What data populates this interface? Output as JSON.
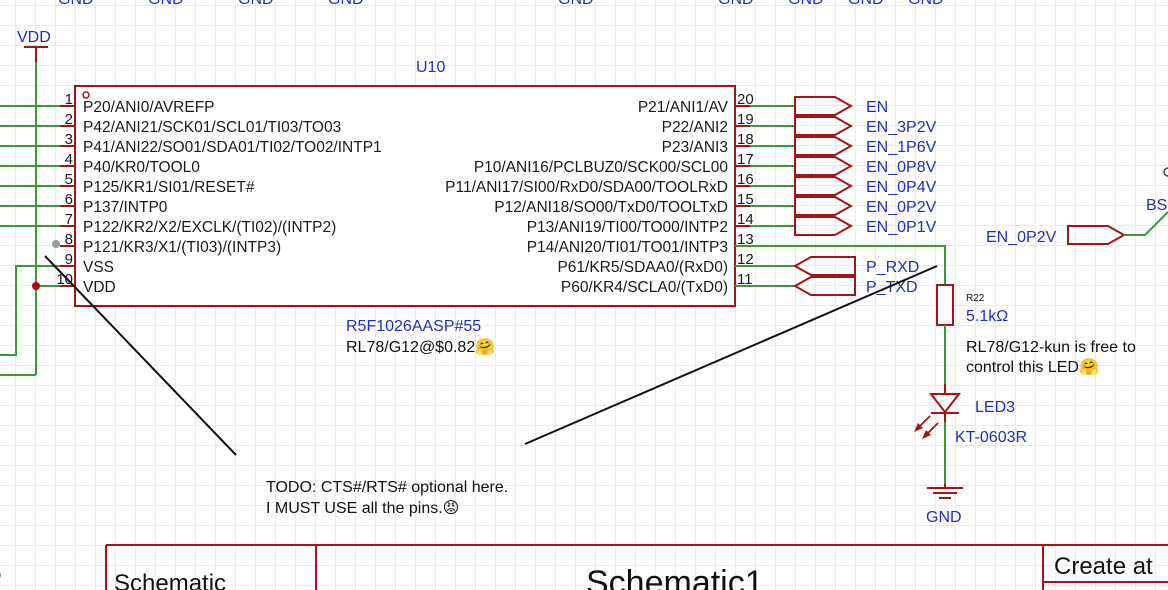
{
  "colors": {
    "wire": "#3a9a3a",
    "part": "#a31515",
    "net_label": "#1f2fbf",
    "text": "#111111"
  },
  "top_gnd_labels": [
    "GND",
    "GND",
    "GND",
    "GND",
    "GND",
    "GND",
    "GND",
    "GND",
    "GND"
  ],
  "power": {
    "vdd": "VDD",
    "gnd": "GND"
  },
  "ic": {
    "designator": "U10",
    "part_number": "R5F1026AASP#55",
    "description": "RL78/G12@$0.82🤗",
    "left_pins": [
      {
        "num": "1",
        "name": "P20/ANI0/AVREFP"
      },
      {
        "num": "2",
        "name": "P42/ANI21/SCK01/SCL01/TI03/TO03"
      },
      {
        "num": "3",
        "name": "P41/ANI22/SO01/SDA01/TI02/TO02/INTP1"
      },
      {
        "num": "4",
        "name": "P40/KR0/TOOL0"
      },
      {
        "num": "5",
        "name": "P125/KR1/SI01/RESET#"
      },
      {
        "num": "6",
        "name": "P137/INTP0"
      },
      {
        "num": "7",
        "name": "P122/KR2/X2/EXCLK/(TI02)/(INTP2)"
      },
      {
        "num": "8",
        "name": "P121/KR3/X1/(TI03)/(INTP3)"
      },
      {
        "num": "9",
        "name": "VSS"
      },
      {
        "num": "10",
        "name": "VDD"
      }
    ],
    "right_pins": [
      {
        "num": "20",
        "name": "P21/ANI1/AV"
      },
      {
        "num": "19",
        "name": "P22/ANI2"
      },
      {
        "num": "18",
        "name": "P23/ANI3"
      },
      {
        "num": "17",
        "name": "P10/ANI16/PCLBUZ0/SCK00/SCL00"
      },
      {
        "num": "16",
        "name": "P11/ANI17/SI00/RxD0/SDA00/TOOLRxD"
      },
      {
        "num": "15",
        "name": "P12/ANI18/SO00/TxD0/TOOLTxD"
      },
      {
        "num": "14",
        "name": "P13/ANI19/TI00/TO00/INTP2"
      },
      {
        "num": "13",
        "name": "P14/ANI20/TI01/TO01/INTP3"
      },
      {
        "num": "12",
        "name": "P61/KR5/SDAA0/(RxD0)"
      },
      {
        "num": "11",
        "name": "P60/KR4/SCLA0/(TxD0)"
      }
    ]
  },
  "net_labels": [
    "EN",
    "EN_3P2V",
    "EN_1P6V",
    "EN_0P8V",
    "EN_0P4V",
    "EN_0P2V",
    "EN_0P1V"
  ],
  "uart_labels": [
    "P_RXD",
    "P_TXD"
  ],
  "en_0p2v_label": "EN_0P2V",
  "bs_label": "BS",
  "resistor": {
    "designator": "R22",
    "value": "5.1kΩ"
  },
  "led": {
    "designator": "LED3",
    "part": "KT-0603R"
  },
  "led_note": [
    "RL78/G12-kun is free to",
    "control this LED🤗"
  ],
  "todo_note": [
    "TODO: CTS#/RTS# optional here.",
    "I MUST USE all the pins.😡"
  ],
  "title_block": {
    "left_cell": "Schematic",
    "center_cell": "Schematic1",
    "right_cell": "Create at"
  }
}
